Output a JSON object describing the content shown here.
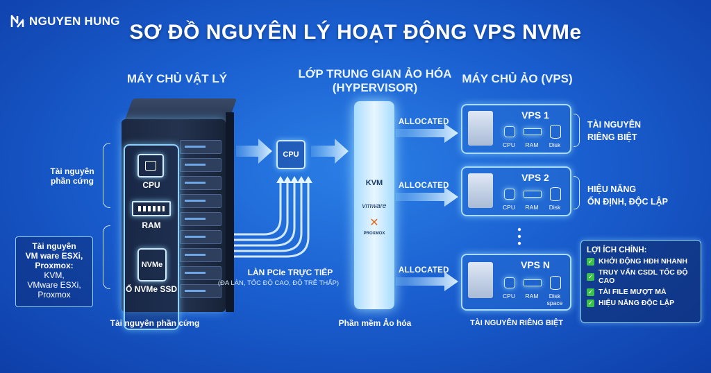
{
  "brand": {
    "name": "NGUYEN HUNG"
  },
  "title": "SƠ ĐỒ NGUYÊN LÝ HOẠT ĐỘNG VPS NVMe",
  "columns": {
    "physical": "MÁY CHỦ VẬT LÝ",
    "hypervisor_line1": "LỚP TRUNG GIAN ẢO HÓA",
    "hypervisor_line2": "(HYPERVISOR)",
    "virtual": "MÁY CHỦ ẢO (VPS)"
  },
  "physical": {
    "cpu": "CPU",
    "ram": "RAM",
    "nvme_chip": "NVMe",
    "nvme_label": "Ổ NVMe SSD",
    "hw_note_line1": "Tài nguyên",
    "hw_note_line2": "phần cứng",
    "left_box": {
      "line1": "Tài nguyên",
      "line2": "VM ware ESXi,",
      "line3": "Proxmox:",
      "line4": "KVM,",
      "line5": "VMware ESXi,",
      "line6": "Proxmox"
    },
    "footer": "Tài nguyên phần cứng"
  },
  "middle_cpu": "CPU",
  "lane": {
    "title": "LÀN PCIe TRỰC TIẾP",
    "subtitle": "(ĐA LÀN, TỐC ĐỘ CAO, ĐỘ TRỄ THẤP)"
  },
  "hypervisor": {
    "vendors": [
      "KVM",
      "vmware",
      "PROXMOX"
    ],
    "footer": "Phần mềm Ảo hóa"
  },
  "allocated": "ALLOCATED",
  "vps": [
    {
      "title": "VPS 1",
      "cpu": "CPU",
      "ram": "RAM",
      "disk": "Disk"
    },
    {
      "title": "VPS 2",
      "cpu": "CPU",
      "ram": "RAM",
      "disk": "Disk"
    },
    {
      "title": "VPS N",
      "cpu": "CPU",
      "ram": "RAM",
      "disk": "Disk",
      "disk2": "space"
    }
  ],
  "vps_notes": {
    "n1_line1": "TÀI NGUYÊN",
    "n1_line2": "RIÊNG BIỆT",
    "n2_line1": "HIỆU NĂNG",
    "n2_line2": "ỔN ĐỊNH, ĐỘC LẬP",
    "footer": "TÀI NGUYÊN RIÊNG BIỆT"
  },
  "benefits": {
    "title": "LỢI ÍCH CHÍNH:",
    "items": [
      "KHỞI ĐỘNG HĐH NHANH",
      "TRUY VẤN CSDL TỐC ĐỘ CAO",
      "TẢI FILE MƯỢT MÀ",
      "HIỆU NĂNG ĐỘC LẬP"
    ]
  },
  "colors": {
    "accent": "#8fd0ff",
    "check": "#3cc24a",
    "background": "#1a5fd0"
  }
}
